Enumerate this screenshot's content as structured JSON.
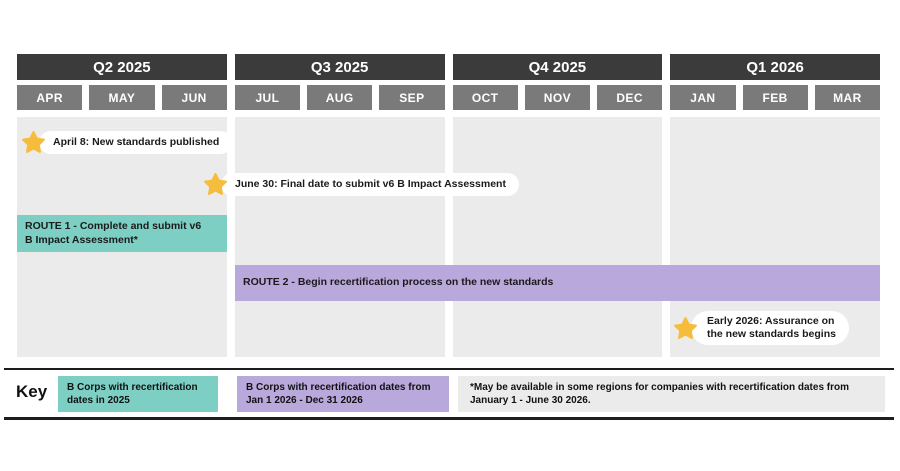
{
  "colors": {
    "quarter_header_bg": "#3B3B3B",
    "month_header_bg": "#7A7A7A",
    "body_panel_bg": "#EBEBEB",
    "teal": "#7DCFC4",
    "purple": "#B9A8DC",
    "star_gold": "#F5BD3B",
    "pill_bg": "#FFFFFF",
    "rule": "#1D1D1D"
  },
  "timeline": {
    "quarters": [
      {
        "label": "Q2 2025",
        "months": [
          "APR",
          "MAY",
          "JUN"
        ]
      },
      {
        "label": "Q3 2025",
        "months": [
          "JUL",
          "AUG",
          "SEP"
        ]
      },
      {
        "label": "Q4 2025",
        "months": [
          "OCT",
          "NOV",
          "DEC"
        ]
      },
      {
        "label": "Q1 2026",
        "months": [
          "JAN",
          "FEB",
          "MAR"
        ]
      }
    ],
    "milestones": {
      "april8": {
        "label": "April 8: New standards published"
      },
      "june30": {
        "label": "June 30: Final date to submit v6 B Impact Assessment"
      },
      "early2026": {
        "label": "Early 2026: Assurance on\nthe new standards begins"
      }
    },
    "routes": {
      "route1": {
        "label": "ROUTE 1 - Complete and submit v6\nB Impact Assessment*",
        "color": "#7DCFC4"
      },
      "route2": {
        "label": "ROUTE 2 - Begin recertification process on the new standards",
        "color": "#B9A8DC"
      }
    }
  },
  "key": {
    "label": "Key",
    "items": [
      {
        "label": "B Corps with recertification\ndates in 2025",
        "color": "#7DCFC4"
      },
      {
        "label": "B Corps with recertification dates from\nJan 1 2026 - Dec 31 2026",
        "color": "#B9A8DC"
      }
    ],
    "footnote": "*May be available in some regions for companies with recertification dates from\nJanuary 1 - June 30 2026."
  }
}
